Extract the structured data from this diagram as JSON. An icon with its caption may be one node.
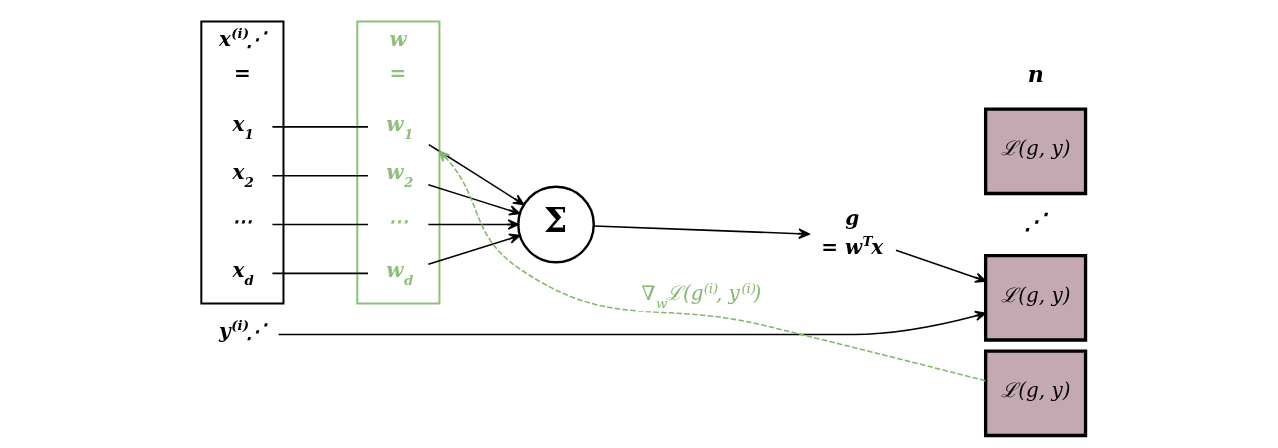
{
  "diagram": {
    "nodes": [
      {
        "text": [
          "x$^{(i)}$⋰",
          "="
        ]
      },
      {
        "text": [
          "x$_{1}$"
        ],
        "in": 0
      },
      {
        "text": [
          "x$_{2}$"
        ],
        "in": 0
      },
      {
        "text": [
          "⋯"
        ],
        "in": 0
      },
      {
        "text": [
          "x$_{d}$"
        ],
        "in": 0
      },
      {
        "text": [
          "w",
          "="
        ]
      },
      {
        "text": [
          "w$_{1}$"
        ],
        "in": 5
      },
      {
        "text": [
          "w$_{2}$"
        ],
        "in": 5
      },
      {
        "text": [
          "⋯"
        ],
        "in": 5
      },
      {
        "text": [
          "w$_{d}$"
        ],
        "in": 5
      },
      {
        "text": [
          "Σ"
        ]
      },
      {
        "text": [
          "g",
          "= w$^{T}$x"
        ]
      },
      {
        "text": [
          "ℒ(g, y)"
        ]
      },
      {
        "text": [
          "ℒ(g, y)"
        ]
      },
      {
        "text": [
          "ℒ(g, y)"
        ]
      },
      {
        "text": [
          "y$^{(i)}$⋰"
        ]
      }
    ],
    "edges": [
      {
        "from": 1,
        "to": 6,
        "arrow": "none"
      },
      {
        "from": 2,
        "to": 7,
        "arrow": "none"
      },
      {
        "from": 3,
        "to": 8,
        "arrow": "none"
      },
      {
        "from": 4,
        "to": 9,
        "arrow": "none"
      },
      {
        "from": 6,
        "to": 10,
        "arrow": "to"
      },
      {
        "from": 7,
        "to": 10,
        "arrow": "to"
      },
      {
        "from": 8,
        "to": 10,
        "arrow": "to"
      },
      {
        "from": 9,
        "to": 10,
        "arrow": "to"
      },
      {
        "from": 10,
        "to": 11,
        "arrow": "to"
      },
      {
        "from": 11,
        "to": 12,
        "arrow": "to"
      },
      {
        "from": 15,
        "to": 12,
        "arrow": "to"
      },
      {
        "from": 13,
        "to": 5,
        "arrow": "to",
        "label": "∇$_{w}$ℒ(g$^{(i)}$, y$^{(i)}$)",
        "style": "dashed",
        "color": "#82b86a"
      }
    ],
    "labels": [
      "⋰",
      "n"
    ]
  }
}
